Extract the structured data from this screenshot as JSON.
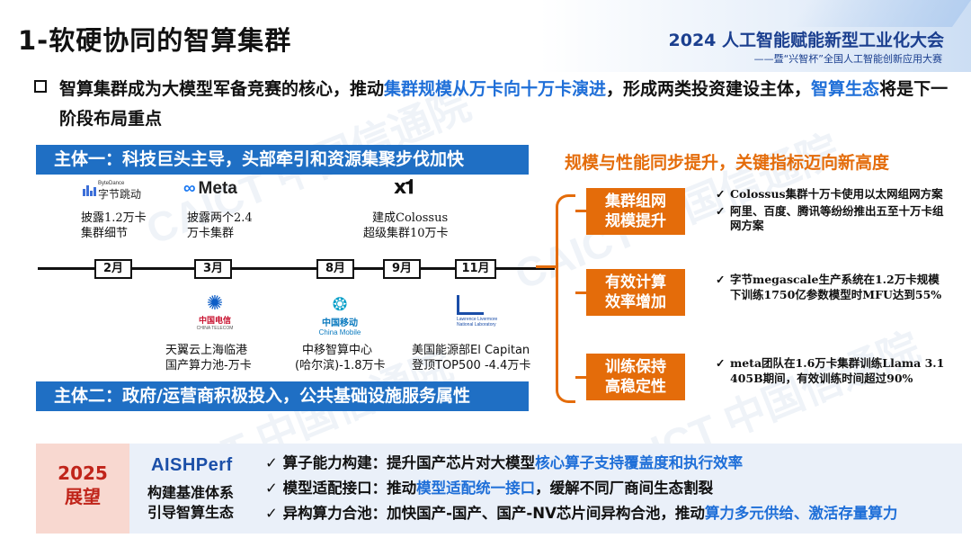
{
  "header": {
    "title": "1-软硬协同的智算集群",
    "conference_title": "2024 人工智能赋能新型工业化大会",
    "conference_subtitle": "——暨“兴智杯”全国人工智能创新应用大赛"
  },
  "bullet": {
    "part1": "智算集群成为大模型军备竞赛的核心，推动",
    "part2_highlight": "集群规模从万卡向十万卡演进",
    "part3": "，形成两类投资建设主体，",
    "part4_highlight": "智算生态",
    "part5": "将是下一阶段布局重点"
  },
  "banners": {
    "first": "主体一：科技巨头主导，头部牵引和资源集聚步伐加快",
    "second": "主体二：政府/运营商积极投入，公共基础设施服务属性"
  },
  "logos": {
    "bytedance_small": "ByteDance",
    "bytedance": "字节跳动",
    "meta": "Meta",
    "meta_mark": "∞",
    "xai": "x𝟏",
    "telecom_cn": "中国电信",
    "telecom_en": "CHINA TELECOM",
    "mobile_cn": "中国移动",
    "mobile_en": "China Mobile",
    "llnl_text": "Lawrence Livermore National Laboratory"
  },
  "timeline": {
    "months": [
      "2月",
      "3月",
      "8月",
      "9月",
      "11月"
    ],
    "upper_events": [
      {
        "line1": "披露1.2万卡",
        "line2": "集群细节"
      },
      {
        "line1": "披露两个2.4",
        "line2": "万卡集群"
      },
      {
        "line1": "建成Colossus",
        "line2": "超级集群10万卡"
      }
    ],
    "lower_events": [
      {
        "line1": "天翼云上海临港",
        "line2": "国产算力池-万卡"
      },
      {
        "line1": "中移智算中心",
        "line2": "(哈尔滨)-1.8万卡"
      },
      {
        "line1": "美国能源部El Capitan",
        "line2": "登顶TOP500 -4.4万卡"
      }
    ]
  },
  "right": {
    "heading": "规模与性能同步提升，关键指标迈向新高度",
    "boxes": [
      {
        "line1": "集群组网",
        "line2": "规模提升"
      },
      {
        "line1": "有效计算",
        "line2": "效率增加"
      },
      {
        "line1": "训练保持",
        "line2": "高稳定性"
      }
    ],
    "points_group1": [
      "Colossus集群十万卡使用以太网组网方案",
      "阿里、百度、腾讯等纷纷推出五至十万卡组网方案"
    ],
    "points_group2": [
      "字节megascale生产系统在1.2万卡规模下训练1750亿参数模型时MFU达到55%"
    ],
    "points_group3": [
      "meta团队在1.6万卡集群训练Llama 3.1 405B期间，有效训练时间超过90%"
    ],
    "check": "✓"
  },
  "bottom": {
    "year": "2025",
    "label": "展望",
    "brand": "AISHPerf",
    "brand_sub1": "构建基准体系",
    "brand_sub2": "引导智算生态",
    "check": "✓",
    "items": [
      {
        "a": "算子能力构建：提升国产芯片对大模型",
        "b": "核心算子支持覆盖度和执行效率",
        "c": ""
      },
      {
        "a": "模型适配接口：推动",
        "b": "模型适配统一接口",
        "c": "，缓解不同厂商间生态割裂"
      },
      {
        "a": "异构算力合池：加快国产-国产、国产-NV芯片间异构合池，推动",
        "b": "算力多元供给、激活存量算力",
        "c": ""
      }
    ]
  },
  "watermark": "CAICT 中国信通院"
}
